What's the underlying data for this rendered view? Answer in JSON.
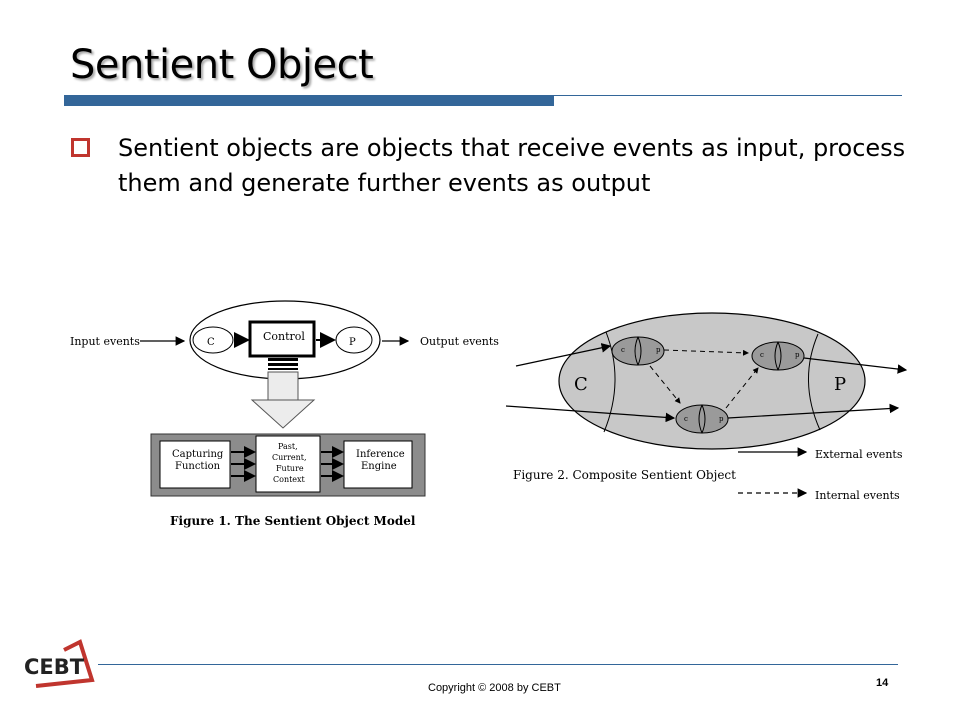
{
  "slide": {
    "title": "Sentient Object",
    "bullet": "Sentient objects are objects that receive events as input, process them and generate further events as output",
    "copyright": "Copyright © 2008 by CEBT",
    "page_number": "14",
    "logo_text": "CEBT"
  },
  "figure1": {
    "input_label": "Input events",
    "output_label": "Output events",
    "c_label": "C",
    "p_label": "P",
    "control_label": "Control",
    "capturing_line1": "Capturing",
    "capturing_line2": "Function",
    "context_line1": "Past,",
    "context_line2": "Current,",
    "context_line3": "Future",
    "context_line4": "Context",
    "inference_line1": "Inference",
    "inference_line2": "Engine",
    "caption": "Figure 1. The Sentient Object Model"
  },
  "figure2": {
    "big_c": "C",
    "big_p": "P",
    "small_c": "c",
    "small_p": "p",
    "caption": "Figure 2. Composite Sentient Object",
    "external_label": "External events",
    "internal_label": "Internal events"
  },
  "colors": {
    "accent_blue": "#336699",
    "bullet_red": "#c0352e",
    "figure_gray": "#c8c8c8"
  }
}
